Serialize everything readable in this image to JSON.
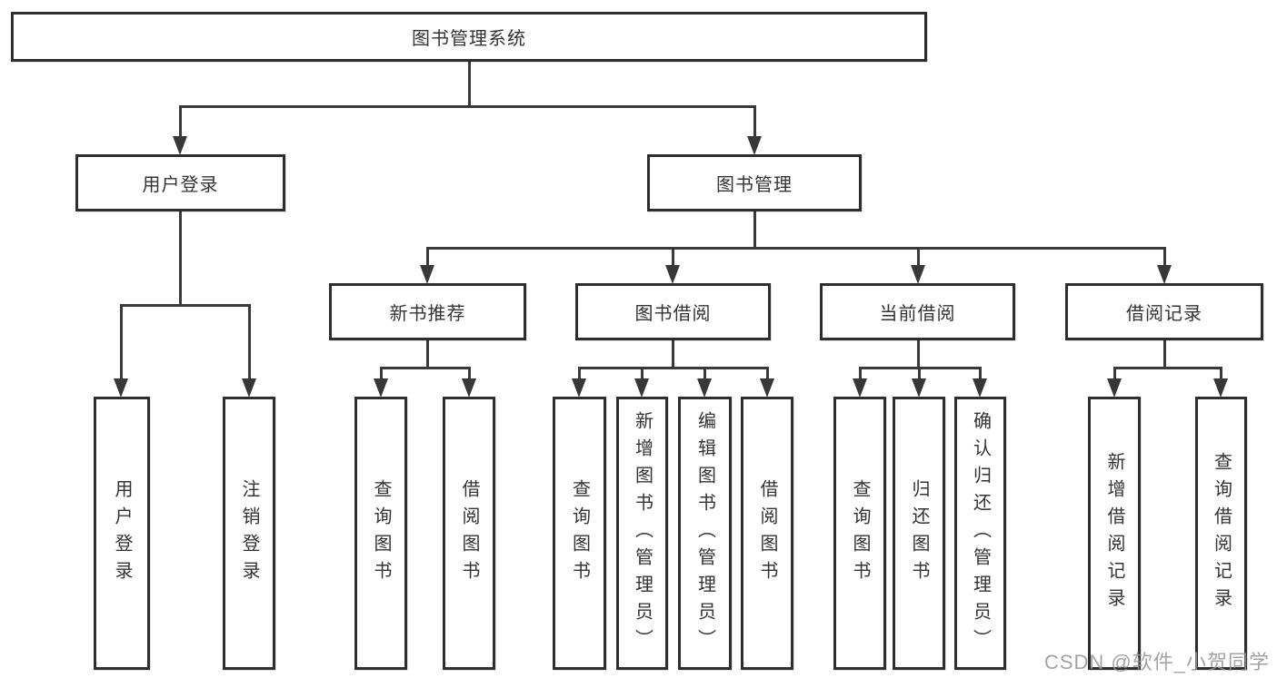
{
  "tree": {
    "label": "图书管理系统",
    "children": [
      {
        "label": "用户登录",
        "children": [
          {
            "label": "用户登录"
          },
          {
            "label": "注销登录"
          }
        ]
      },
      {
        "label": "图书管理",
        "children": [
          {
            "label": "新书推荐",
            "children": [
              {
                "label": "查询图书"
              },
              {
                "label": "借阅图书"
              }
            ]
          },
          {
            "label": "图书借阅",
            "children": [
              {
                "label": "查询图书"
              },
              {
                "label": "新增图书（管理员）"
              },
              {
                "label": "编辑图书（管理员）"
              },
              {
                "label": "借阅图书"
              }
            ]
          },
          {
            "label": "当前借阅",
            "children": [
              {
                "label": "查询图书"
              },
              {
                "label": "归还图书"
              },
              {
                "label": "确认归还（管理员）"
              }
            ]
          },
          {
            "label": "借阅记录",
            "children": [
              {
                "label": "新增借阅记录"
              },
              {
                "label": "查询借阅记录"
              }
            ]
          }
        ]
      }
    ]
  },
  "watermark": {
    "text": "CSDN @软件_小贺同学"
  },
  "colors": {
    "line": "#3a3a3a",
    "border": "#2e2e2e",
    "text": "#333333",
    "watermark": "#969696",
    "background": "#ffffff"
  }
}
